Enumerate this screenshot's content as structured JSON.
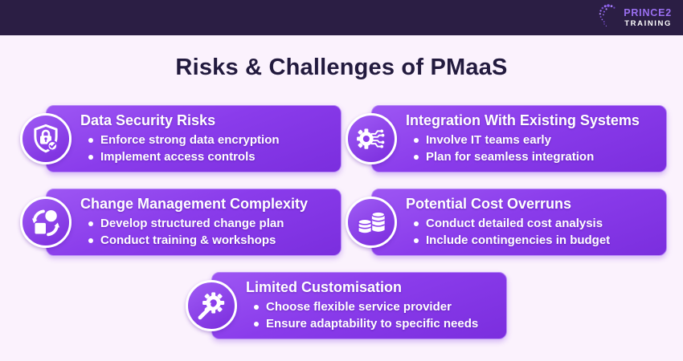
{
  "header": {
    "logo": {
      "icon": "dotted-spiral-icon",
      "line1": "PRINCE2",
      "line2": "TRAINING"
    }
  },
  "title": "Risks & Challenges of PMaaS",
  "colors": {
    "header_bg": "#2b1e44",
    "page_bg": "#fbf2fd",
    "title_text": "#221a3e",
    "card_purple_top": "#9d56f3",
    "card_purple_bottom": "#7b2ede",
    "card_border": "#b88cf5",
    "logo_purple": "#9a6ff0",
    "card_text": "#ffffff"
  },
  "cards": [
    {
      "icon": "shield-lock-icon",
      "title": "Data Security Risks",
      "bullets": [
        "Enforce strong data encryption",
        "Implement access controls"
      ]
    },
    {
      "icon": "gear-circuit-icon",
      "title": "Integration With Existing Systems",
      "bullets": [
        "Involve IT teams early",
        "Plan for seamless integration"
      ]
    },
    {
      "icon": "transform-arrows-icon",
      "title": "Change Management Complexity",
      "bullets": [
        "Develop structured change plan",
        "Conduct training & workshops"
      ]
    },
    {
      "icon": "coin-stacks-icon",
      "title": "Potential Cost Overruns",
      "bullets": [
        "Conduct detailed cost analysis",
        "Include contingencies in budget"
      ]
    },
    {
      "icon": "gear-wrench-icon",
      "title": "Limited Customisation",
      "bullets": [
        "Choose flexible service provider",
        "Ensure adaptability to specific needs"
      ]
    }
  ]
}
